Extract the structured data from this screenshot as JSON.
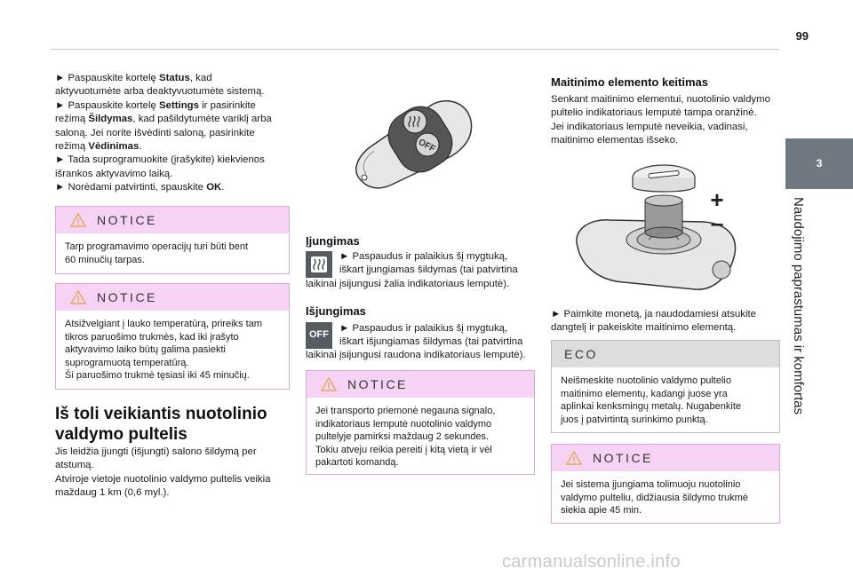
{
  "page_number": "99",
  "side_tab": {
    "chapter": "3",
    "title": "Naudojimo paprastumas ir komfortas"
  },
  "col1": {
    "intro_lines": [
      [
        "► Paspauskite kortelę ",
        "Status",
        ", kad"
      ],
      [
        "aktyvuotumėte arba deaktyvuotumėte sistemą."
      ],
      [
        "► Paspauskite kortelę ",
        "Settings",
        " ir pasirinkite"
      ],
      [
        "režimą ",
        "Šildymas",
        ", kad pašildytumėte variklį arba"
      ],
      [
        "saloną. Jei norite išvėdinti saloną, pasirinkite"
      ],
      [
        "režimą ",
        "Vėdinimas",
        "."
      ],
      [
        "► Tada suprogramuokite (įrašykite) kiekvienos"
      ],
      [
        "išrankos aktyvavimo laiką."
      ],
      [
        "► Norėdami patvirtinti, spauskite ",
        "OK",
        "."
      ]
    ],
    "notice1": {
      "label": "NOTICE",
      "lines": [
        "Tarp programavimo operacijų turi būti bent",
        "60 minučių tarpas."
      ]
    },
    "notice2": {
      "label": "NOTICE",
      "lines": [
        "Atsižvelgiant į lauko temperatūrą, prireiks tam",
        "tikros paruošimo trukmės, kad iki įrašyto",
        "aktyvavimo laiko būtų galima pasiekti",
        "suprogramuotą temperatūrą.",
        "Ši paruošimo trukmė tęsiasi iki 45 minučių."
      ]
    },
    "heading_lines": [
      "Iš toli veikiantis nuotolinio",
      "valdymo pultelis"
    ],
    "para_lines": [
      "Jis leidžia įjungti (išjungti) salono šildymą per",
      "atstumą.",
      "Atviroje vietoje nuotolinio valdymo pultelis veikia",
      "maždaug 1 km (0,6 myl.)."
    ]
  },
  "col2": {
    "remote_button_label": "OFF",
    "on_heading": "Įjungimas",
    "on_lines": [
      "► Paspaudus ir palaikius šį mygtuką,",
      "iškart įjungiamas šildymas (tai patvirtina"
    ],
    "on_last_line": "laikinai įsijungusi žalia indikatoriaus lemputė).",
    "off_heading": "Išjungimas",
    "off_icon_text": "OFF",
    "off_lines": [
      "► Paspaudus ir palaikius šį mygtuką,",
      "iškart išjungiamas šildymas (tai patvirtina"
    ],
    "off_last_line": "laikinai įsijungusi raudona indikatoriaus lemputė).",
    "notice3": {
      "label": "NOTICE",
      "lines": [
        "Jei transporto priemonė negauna signalo,",
        "indikatoriaus lemputė nuotolinio valdymo",
        "pultelyje pamirksi maždaug 2 sekundes.",
        "Tokiu atveju reikia pereiti į kitą vietą ir vėl",
        "pakartoti komandą."
      ]
    }
  },
  "col3": {
    "heading": "Maitinimo elemento keitimas",
    "para_lines": [
      "Senkant maitinimo elementui, nuotolinio valdymo",
      "pultelio indikatoriaus lemputė tampa oranžinė.",
      "Jei indikatoriaus lemputė neveikia, vadinasi,",
      "maitinimo elementas išseko."
    ],
    "plus": "+",
    "minus": "–",
    "step_lines": [
      "► Paimkite monetą, ja naudodamiesi atsukite",
      "dangtelį ir pakeiskite maitinimo elementą."
    ],
    "eco": {
      "label": "ECO",
      "lines": [
        "Neišmeskite nuotolinio valdymo pultelio",
        "maitinimo elementų, kadangi juose yra",
        "aplinkai kenksmingų metalų. Nugabenkite",
        "juos į patvirtintą surinkimo punktą."
      ]
    },
    "notice4": {
      "label": "NOTICE",
      "lines": [
        "Jei sistema įjungiama tolimuoju nuotolinio",
        "valdymo pulteliu, didžiausia šildymo trukmė",
        "siekia apie 45 min."
      ]
    }
  },
  "watermark": "carmanualsonline.info",
  "colors": {
    "notice_header": "#f6d3f4",
    "notice_border": "#d9a8da",
    "eco_header": "#dcdcdc",
    "side_tab": "#6f7a80",
    "icon_box": "#545c62"
  }
}
